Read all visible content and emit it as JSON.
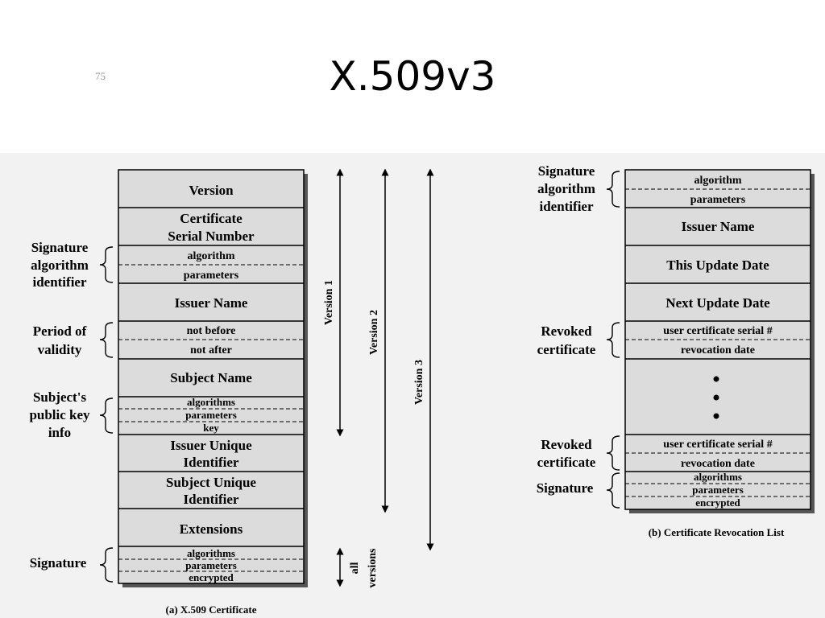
{
  "slide": {
    "number": "75",
    "title": "X.509v3"
  },
  "certificate": {
    "caption": "(a) X.509 Certificate",
    "fields": {
      "version": "Version",
      "serial_l1": "Certificate",
      "serial_l2": "Serial Number",
      "sig_alg": "algorithm",
      "sig_params": "parameters",
      "issuer": "Issuer Name",
      "not_before": "not before",
      "not_after": "not after",
      "subject": "Subject Name",
      "pk_alg": "algorithms",
      "pk_params": "parameters",
      "pk_key": "key",
      "iuid_l1": "Issuer Unique",
      "iuid_l2": "Identifier",
      "suid_l1": "Subject Unique",
      "suid_l2": "Identifier",
      "extensions": "Extensions",
      "sign_alg": "algorithms",
      "sign_params": "parameters",
      "sign_enc": "encrypted"
    },
    "groups": {
      "sigalg_l1": "Signature",
      "sigalg_l2": "algorithm",
      "sigalg_l3": "identifier",
      "validity_l1": "Period of",
      "validity_l2": "validity",
      "pk_l1": "Subject's",
      "pk_l2": "public key",
      "pk_l3": "info",
      "signature": "Signature"
    },
    "versions": {
      "v1": "Version 1",
      "v2": "Version 2",
      "v3": "Version 3",
      "all_l1": "all",
      "all_l2": "versions"
    }
  },
  "crl": {
    "caption": "(b) Certificate Revocation List",
    "fields": {
      "alg": "algorithm",
      "params": "parameters",
      "issuer": "Issuer Name",
      "this_update": "This Update Date",
      "next_update": "Next Update Date",
      "rev1_serial": "user certificate serial #",
      "rev1_date": "revocation date",
      "rev2_serial": "user certificate serial #",
      "rev2_date": "revocation date",
      "sign_alg": "algorithms",
      "sign_params": "parameters",
      "sign_enc": "encrypted"
    },
    "groups": {
      "sigalg_l1": "Signature",
      "sigalg_l2": "algorithm",
      "sigalg_l3": "identifier",
      "rev1_l1": "Revoked",
      "rev1_l2": "certificate",
      "rev2_l1": "Revoked",
      "rev2_l2": "certificate",
      "signature": "Signature"
    }
  }
}
